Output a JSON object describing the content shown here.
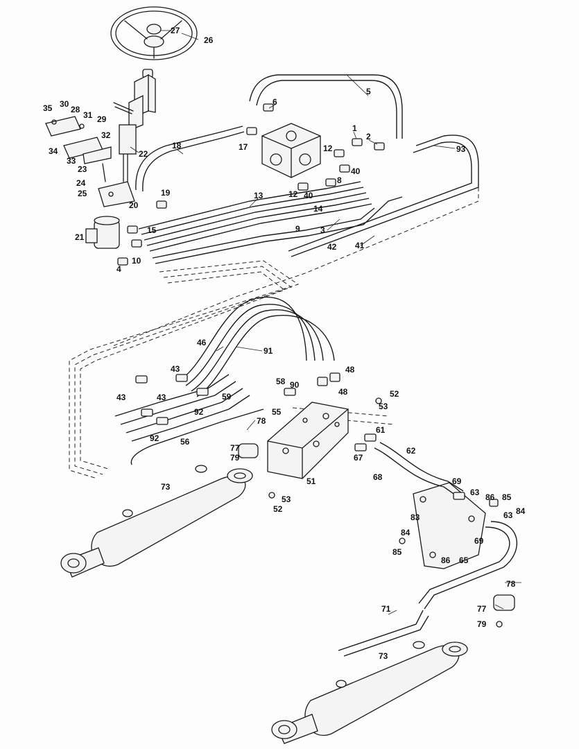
{
  "callouts": [
    {
      "id": "c27",
      "text": "27"
    },
    {
      "id": "c26",
      "text": "26"
    },
    {
      "id": "c5",
      "text": "5"
    },
    {
      "id": "c6",
      "text": "6"
    },
    {
      "id": "c35",
      "text": "35"
    },
    {
      "id": "c30",
      "text": "30"
    },
    {
      "id": "c28",
      "text": "28"
    },
    {
      "id": "c31",
      "text": "31"
    },
    {
      "id": "c29",
      "text": "29"
    },
    {
      "id": "c1",
      "text": "1"
    },
    {
      "id": "c2",
      "text": "2"
    },
    {
      "id": "c93",
      "text": "93"
    },
    {
      "id": "c32",
      "text": "32"
    },
    {
      "id": "c34",
      "text": "34"
    },
    {
      "id": "c33",
      "text": "33"
    },
    {
      "id": "c22",
      "text": "22"
    },
    {
      "id": "c18",
      "text": "18"
    },
    {
      "id": "c17",
      "text": "17"
    },
    {
      "id": "c12a",
      "text": "12"
    },
    {
      "id": "c40a",
      "text": "40"
    },
    {
      "id": "c23",
      "text": "23"
    },
    {
      "id": "c24",
      "text": "24"
    },
    {
      "id": "c25",
      "text": "25"
    },
    {
      "id": "c19",
      "text": "19"
    },
    {
      "id": "c8",
      "text": "8"
    },
    {
      "id": "c13",
      "text": "13"
    },
    {
      "id": "c12b",
      "text": "12"
    },
    {
      "id": "c40b",
      "text": "40"
    },
    {
      "id": "c20",
      "text": "20"
    },
    {
      "id": "c14",
      "text": "14"
    },
    {
      "id": "c15",
      "text": "15"
    },
    {
      "id": "c9",
      "text": "9"
    },
    {
      "id": "c3",
      "text": "3"
    },
    {
      "id": "c21",
      "text": "21"
    },
    {
      "id": "c42",
      "text": "42"
    },
    {
      "id": "c41",
      "text": "41"
    },
    {
      "id": "c10",
      "text": "10"
    },
    {
      "id": "c4",
      "text": "4"
    },
    {
      "id": "c46",
      "text": "46"
    },
    {
      "id": "c91",
      "text": "91"
    },
    {
      "id": "c43a",
      "text": "43"
    },
    {
      "id": "c48a",
      "text": "48"
    },
    {
      "id": "c58",
      "text": "58"
    },
    {
      "id": "c90",
      "text": "90"
    },
    {
      "id": "c48b",
      "text": "48"
    },
    {
      "id": "c52a",
      "text": "52"
    },
    {
      "id": "c43b",
      "text": "43"
    },
    {
      "id": "c43c",
      "text": "43"
    },
    {
      "id": "c59",
      "text": "59"
    },
    {
      "id": "c53a",
      "text": "53"
    },
    {
      "id": "c92a",
      "text": "92"
    },
    {
      "id": "c55",
      "text": "55"
    },
    {
      "id": "c78a",
      "text": "78"
    },
    {
      "id": "c61",
      "text": "61"
    },
    {
      "id": "c92b",
      "text": "92"
    },
    {
      "id": "c56",
      "text": "56"
    },
    {
      "id": "c77a",
      "text": "77"
    },
    {
      "id": "c62",
      "text": "62"
    },
    {
      "id": "c79a",
      "text": "79"
    },
    {
      "id": "c67",
      "text": "67"
    },
    {
      "id": "c68",
      "text": "68"
    },
    {
      "id": "c51",
      "text": "51"
    },
    {
      "id": "c69a",
      "text": "69"
    },
    {
      "id": "c73a",
      "text": "73"
    },
    {
      "id": "c63a",
      "text": "63"
    },
    {
      "id": "c86a",
      "text": "86"
    },
    {
      "id": "c85a",
      "text": "85"
    },
    {
      "id": "c53b",
      "text": "53"
    },
    {
      "id": "c84a",
      "text": "84"
    },
    {
      "id": "c52b",
      "text": "52"
    },
    {
      "id": "c63b",
      "text": "63"
    },
    {
      "id": "c83",
      "text": "83"
    },
    {
      "id": "c69b",
      "text": "69"
    },
    {
      "id": "c84b",
      "text": "84"
    },
    {
      "id": "c85b",
      "text": "85"
    },
    {
      "id": "c86b",
      "text": "86"
    },
    {
      "id": "c65",
      "text": "65"
    },
    {
      "id": "c78b",
      "text": "78"
    },
    {
      "id": "c71",
      "text": "71"
    },
    {
      "id": "c77b",
      "text": "77"
    },
    {
      "id": "c79b",
      "text": "79"
    },
    {
      "id": "c73b",
      "text": "73"
    }
  ]
}
